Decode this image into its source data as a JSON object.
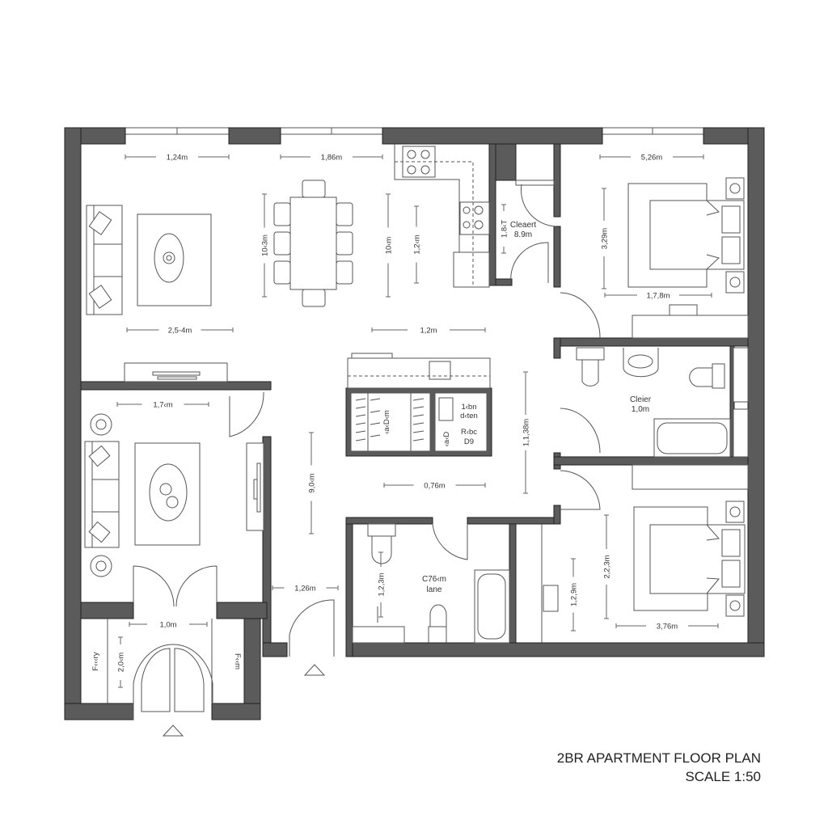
{
  "title": {
    "line1": "2BR APARTMENT FLOOR PLAN",
    "line2": "SCALE 1:50"
  },
  "colors": {
    "wall": "#5b5b5b",
    "line": "#555555",
    "background": "#ffffff"
  },
  "dimensions": {
    "living_top_width": "1,24m",
    "dining_width": "1,86m",
    "dining_height_left": "10‹3m",
    "dining_height_right": "10‹m",
    "kitchen_height": "1,2‹m",
    "living_rug_width": "2,5-4m",
    "hall_width": "1,2m",
    "closet_height": "1.8‹T",
    "bedroom1_width": "5,26m",
    "bedroom1_height": "3,29m",
    "bedroom1_bed_width": "1,7,8m",
    "hall_height": "1,1,38m",
    "living2_width": "1,7‹m",
    "living2_hall_height": "9,0‹m",
    "hall_lower_width": "0,76m",
    "corridor_width": "1,26m",
    "bath2_height": "1,2,3m",
    "entry_width": "1,0m",
    "entry_height": "2,0‹m",
    "bedroom2_height": "2,2,3m",
    "bedroom2_desk_height": "1,2,9m",
    "bedroom2_width": "3,76m",
    "storage_a": "‹a‹D‹m",
    "storage_b1": "1‹bn",
    "storage_b2": "d‹ten",
    "storage_c1": "R‹bc",
    "storage_c2": "D9",
    "storage_d": "‹a‹D"
  },
  "rooms": {
    "closet": {
      "name": "Cleaert",
      "size": "8.9m"
    },
    "bath1": {
      "name": "Cleier",
      "size": "1,0m"
    },
    "bath2": {
      "name": "C76‹m",
      "size": "lane"
    },
    "entry_left": "F‹‹‹ry",
    "entry_right": "F‹‹m"
  }
}
